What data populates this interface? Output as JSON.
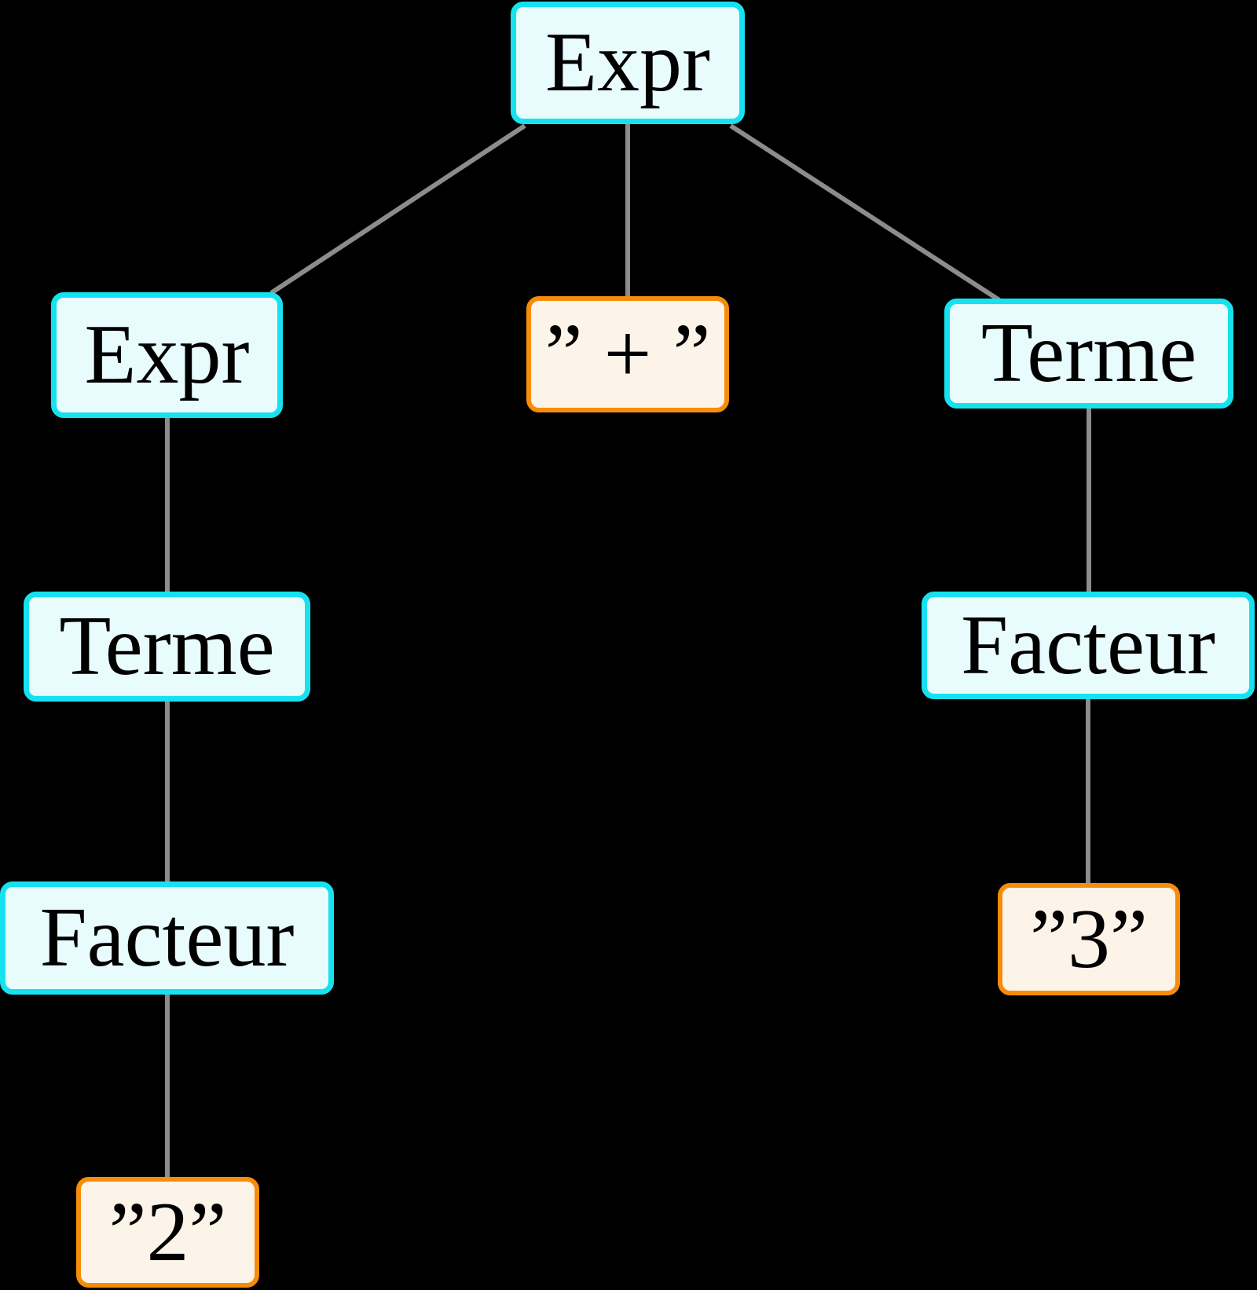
{
  "diagram": {
    "type": "parse-tree",
    "expression": "2 + 3",
    "background_color": "#000000",
    "edge_color": "#8c8c8c",
    "styles": {
      "nonterminal_fill": "#e8fbfd",
      "nonterminal_border": "#16e2ef",
      "terminal_fill": "#fdf4e9",
      "terminal_border": "#f78c0a",
      "text_color": "#000000"
    },
    "nodes": {
      "root_expr": {
        "label": "Expr",
        "kind": "nonterminal"
      },
      "left_expr": {
        "label": "Expr",
        "kind": "nonterminal"
      },
      "plus_terminal": {
        "label": "” + ”",
        "kind": "terminal"
      },
      "right_terme": {
        "label": "Terme",
        "kind": "nonterminal"
      },
      "left_terme": {
        "label": "Terme",
        "kind": "nonterminal"
      },
      "left_facteur": {
        "label": "Facteur",
        "kind": "nonterminal"
      },
      "right_facteur": {
        "label": "Facteur",
        "kind": "nonterminal"
      },
      "leaf_two": {
        "label": "”2”",
        "kind": "terminal"
      },
      "leaf_three": {
        "label": "”3”",
        "kind": "terminal"
      }
    },
    "tree": {
      "label": "Expr",
      "children": [
        {
          "label": "Expr",
          "children": [
            {
              "label": "Terme",
              "children": [
                {
                  "label": "Facteur",
                  "children": [
                    {
                      "label": "\"2\""
                    }
                  ]
                }
              ]
            }
          ]
        },
        {
          "label": "\"+\""
        },
        {
          "label": "Terme",
          "children": [
            {
              "label": "Facteur",
              "children": [
                {
                  "label": "\"3\""
                }
              ]
            }
          ]
        }
      ]
    }
  }
}
